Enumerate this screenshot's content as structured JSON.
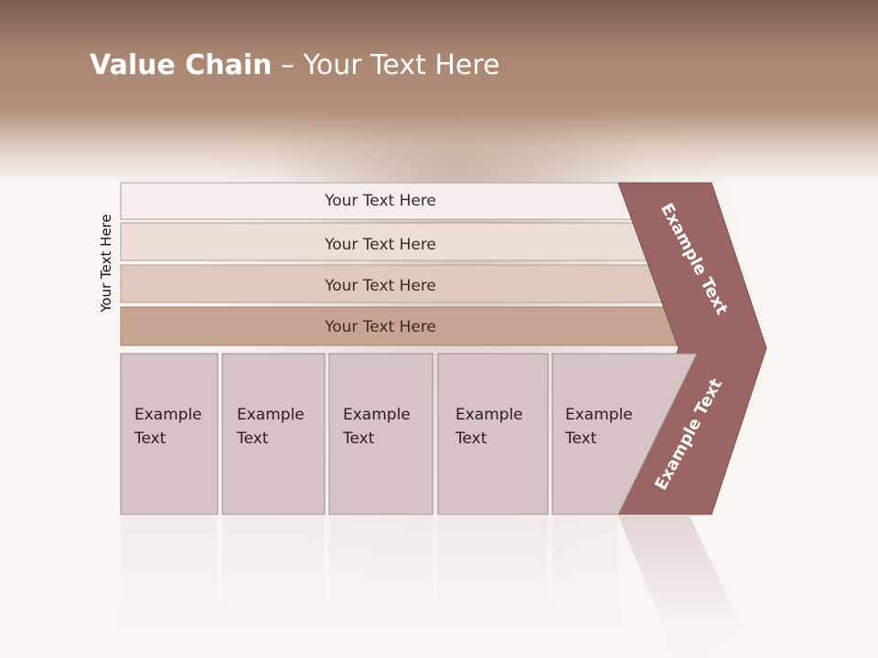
{
  "title": {
    "bold": "Value Chain",
    "rest": " – Your Text Here"
  },
  "side_label": "Your Text Here",
  "support_bars": [
    {
      "label": "Your Text Here",
      "color": "#f5eeec"
    },
    {
      "label": "Your Text Here",
      "color": "#ecddd6"
    },
    {
      "label": "Your Text Here",
      "color": "#dfc9bd"
    },
    {
      "label": "Your Text Here",
      "color": "#c5a592"
    }
  ],
  "primary_boxes": [
    {
      "line1": "Example",
      "line2": "Text"
    },
    {
      "line1": "Example",
      "line2": "Text"
    },
    {
      "line1": "Example",
      "line2": "Text"
    },
    {
      "line1": "Example",
      "line2": "Text"
    },
    {
      "line1": "Example",
      "line2": "Text"
    }
  ],
  "arrow": {
    "upper_label": "Example Text",
    "lower_label": "Example Text",
    "color": "#9a6563"
  },
  "colors": {
    "box_fill": "#d6c3c4",
    "box_stroke": "#9c8a88"
  }
}
